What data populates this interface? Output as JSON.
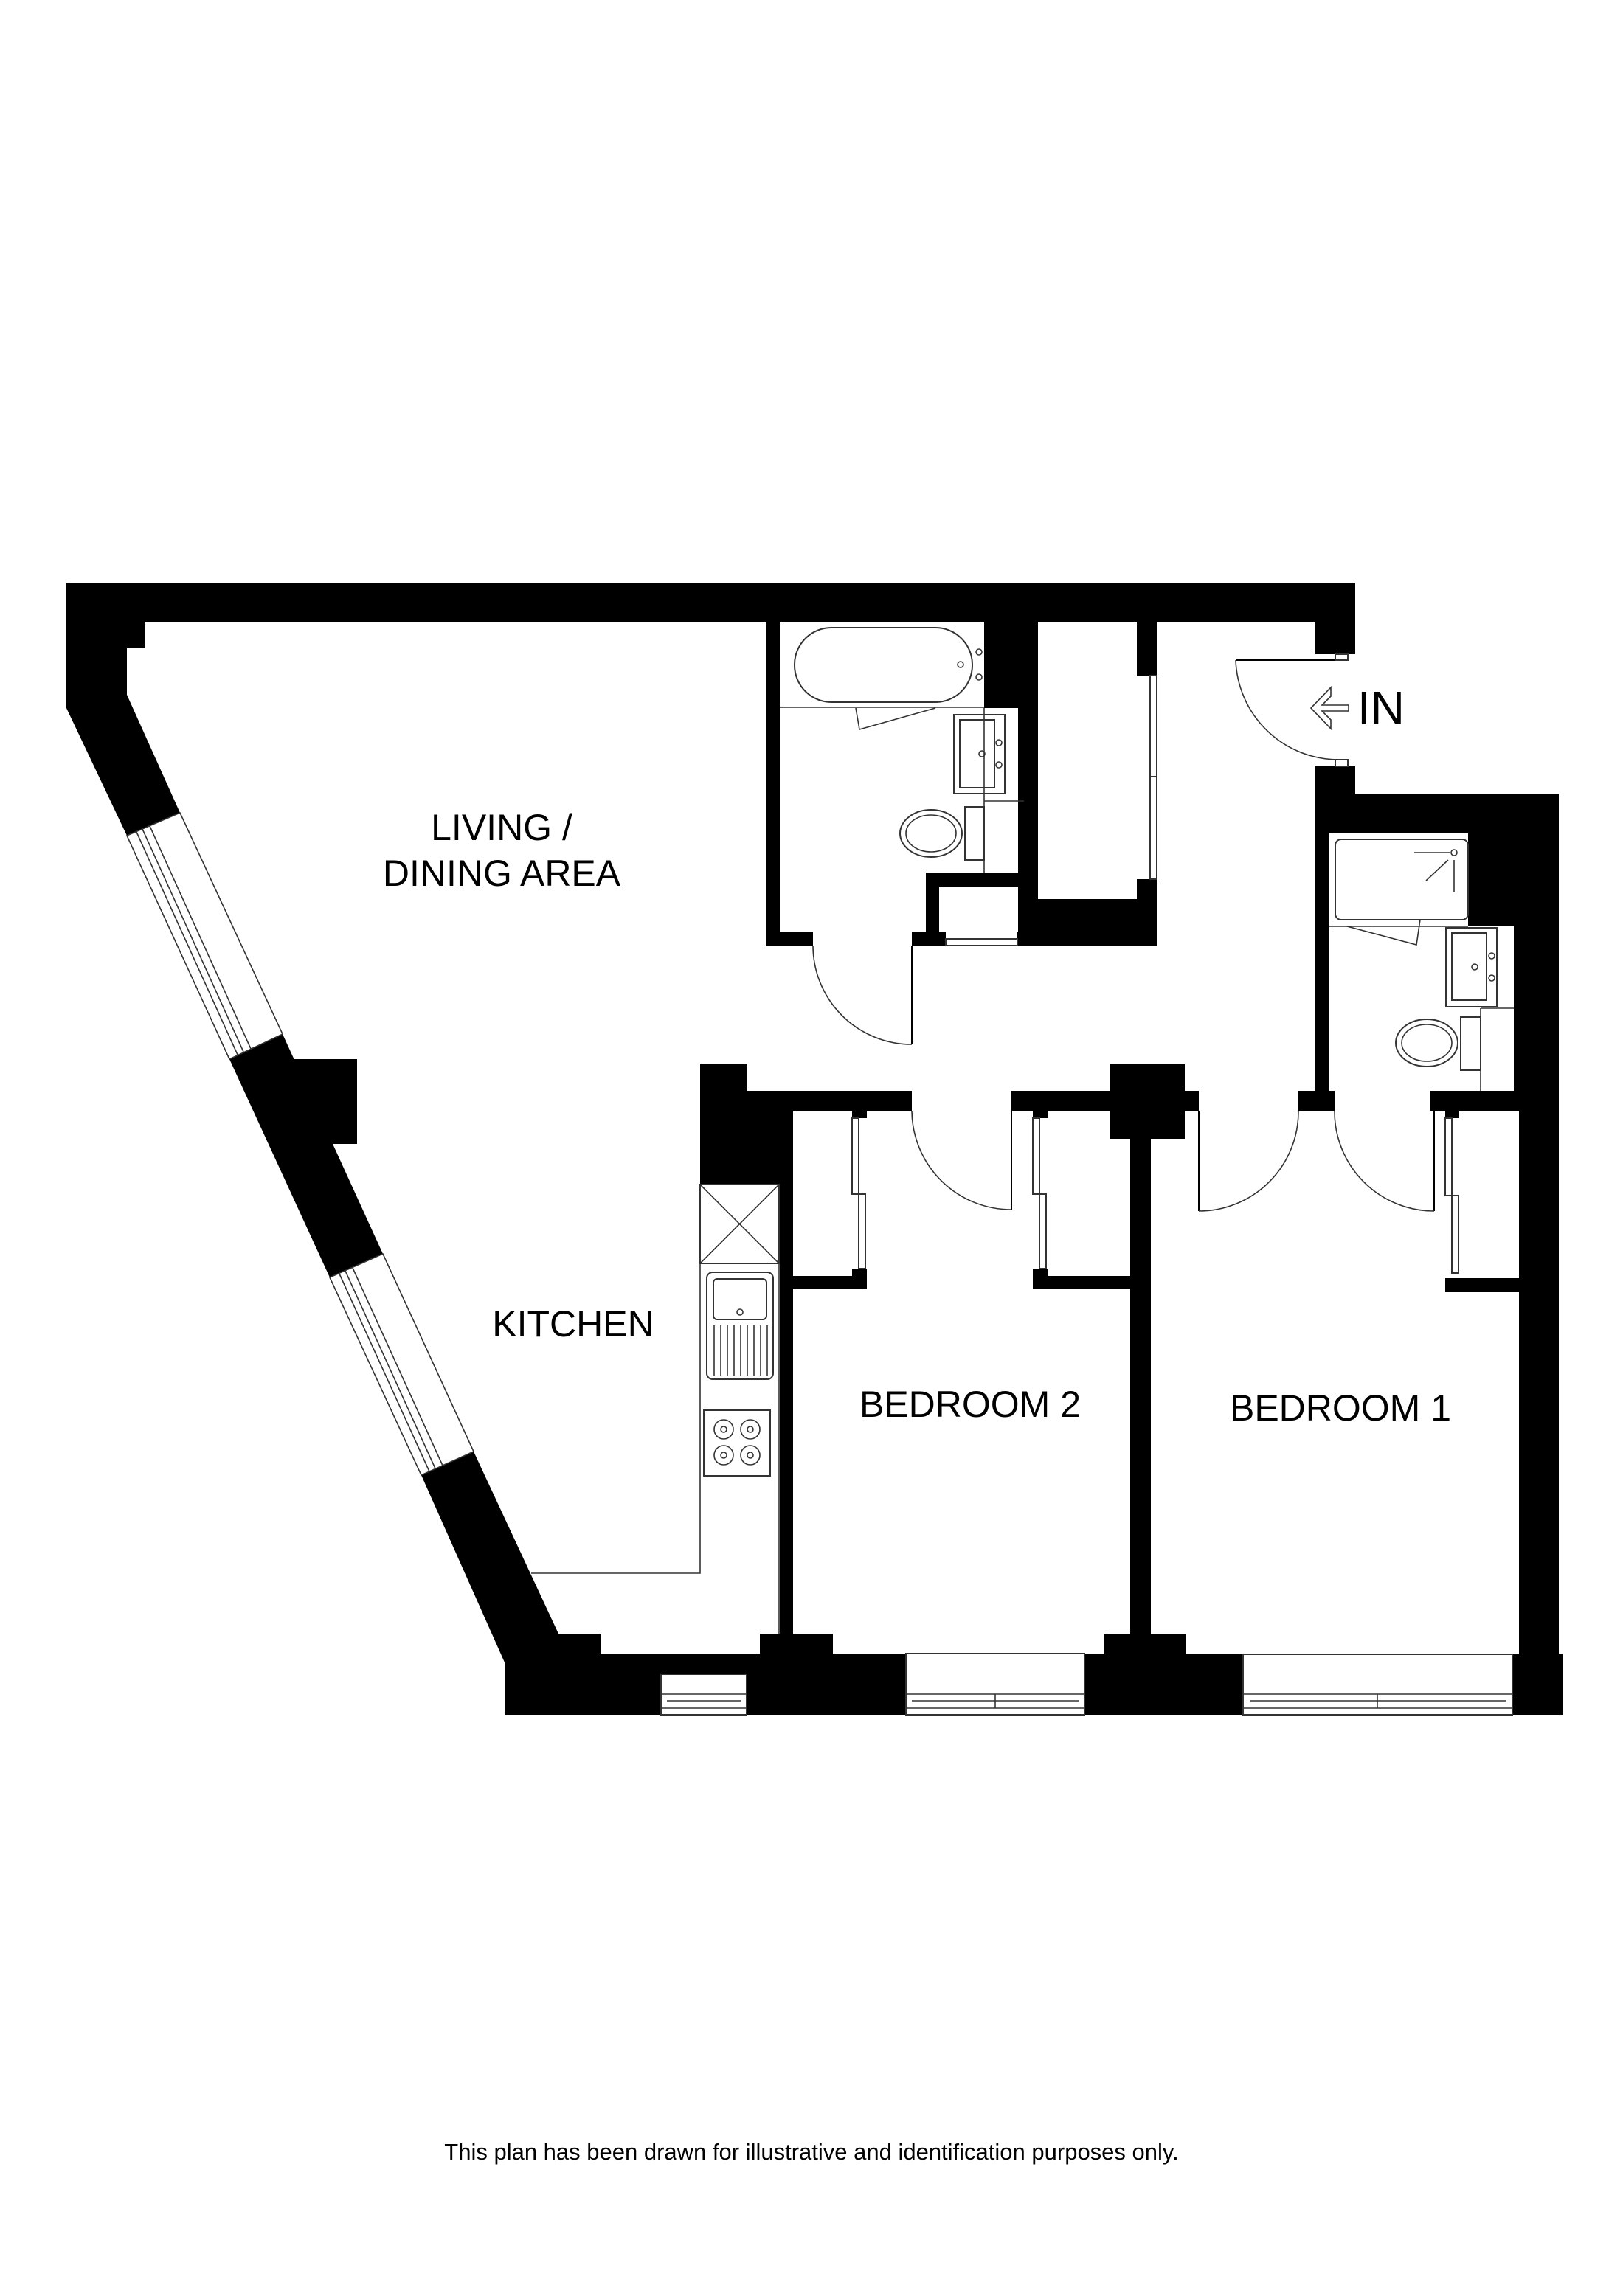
{
  "plan": {
    "type": "apartment floor plan",
    "colors": {
      "walls": "#000000",
      "background": "#ffffff",
      "fixtures": "#333333"
    },
    "rooms": [
      {
        "id": "living",
        "label_lines": [
          "LIVING /",
          "DINING AREA"
        ]
      },
      {
        "id": "kitchen",
        "label": "KITCHEN"
      },
      {
        "id": "bedroom2",
        "label": "BEDROOM 2"
      },
      {
        "id": "bedroom1",
        "label": "BEDROOM 1"
      },
      {
        "id": "bathroom",
        "label": ""
      },
      {
        "id": "en-suite",
        "label": ""
      },
      {
        "id": "hallway",
        "label": ""
      }
    ],
    "entrance": {
      "label": "IN",
      "icon": "arrow-left-icon"
    },
    "fixtures": [
      "bathtub",
      "shower-tray",
      "wash-basin",
      "wc",
      "kitchen-sink",
      "hob",
      "fridge",
      "wardrobe",
      "storage-cupboard"
    ]
  },
  "footer": {
    "disclaimer": "This plan has been drawn for illustrative and identification purposes only."
  }
}
